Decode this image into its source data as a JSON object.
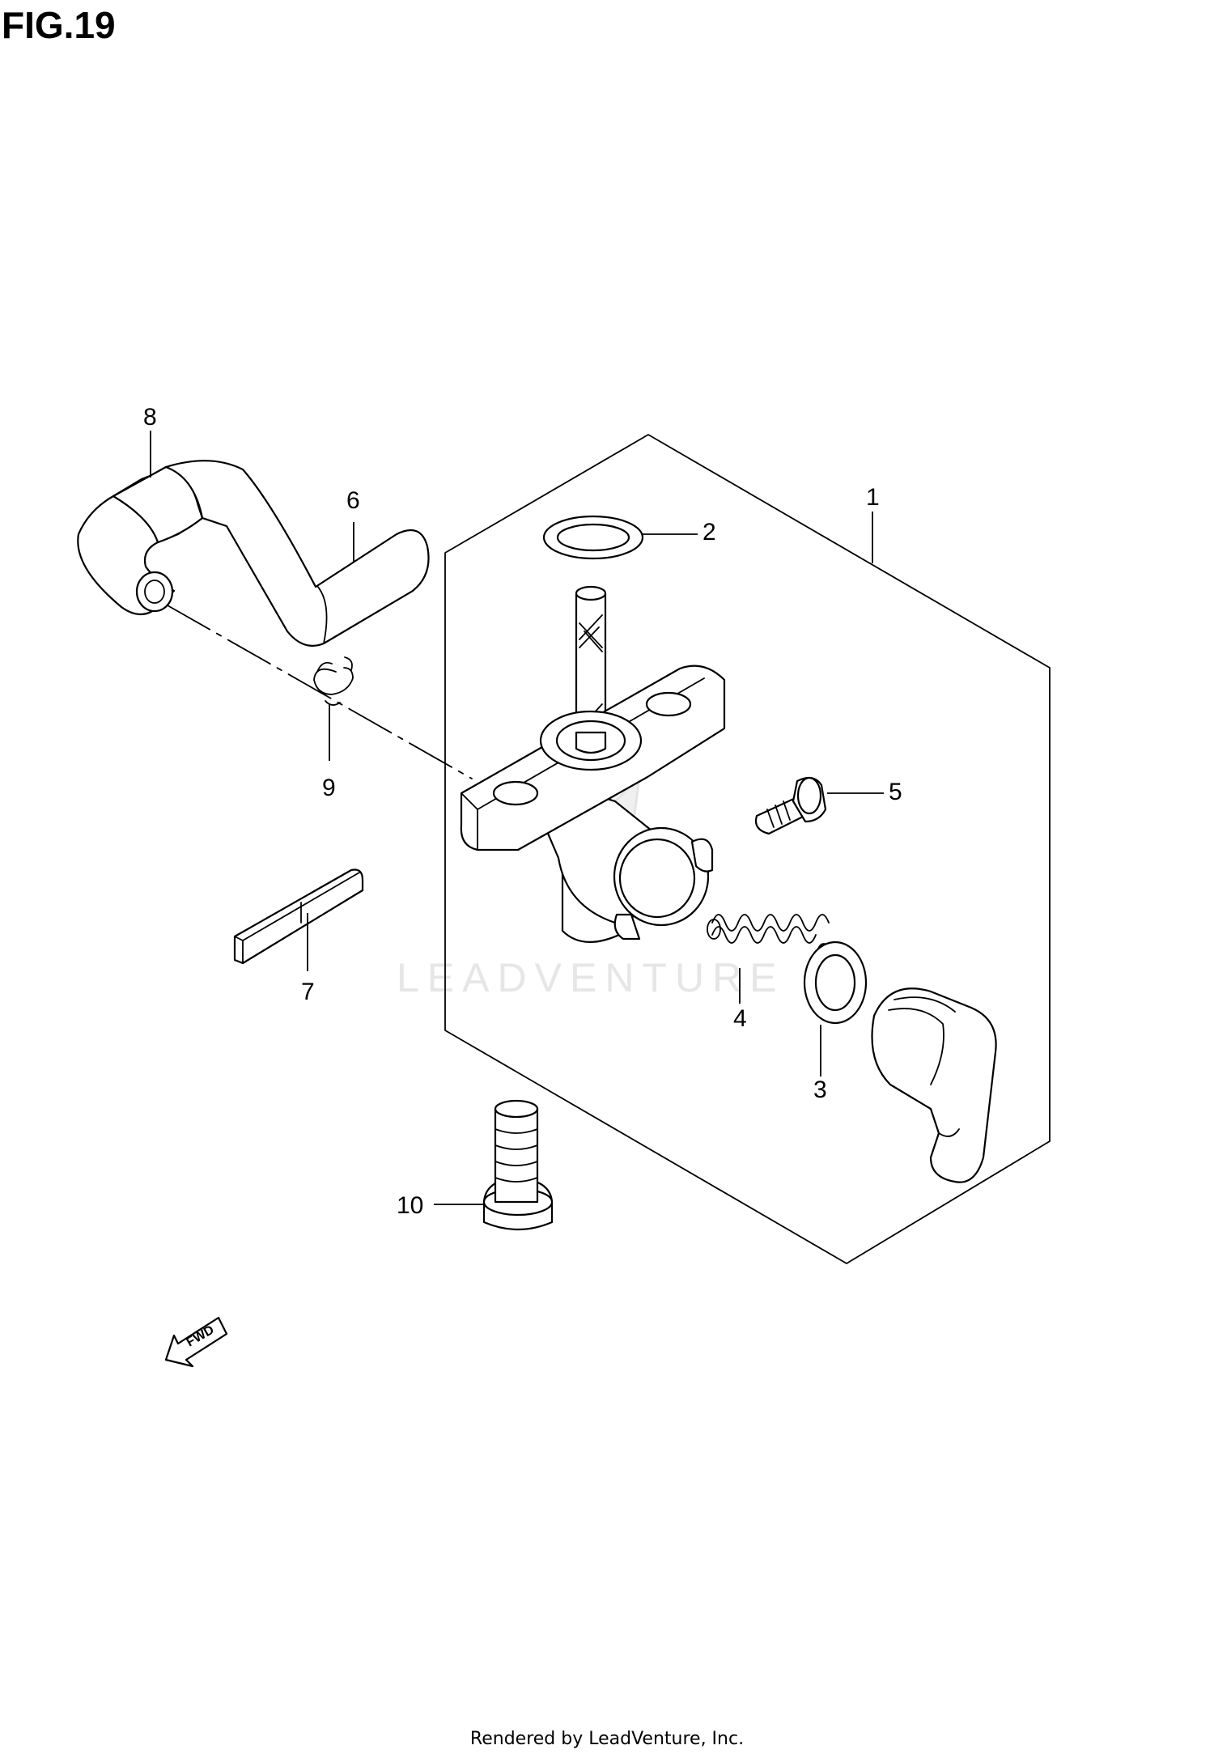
{
  "figure": {
    "title": "FIG.19"
  },
  "callouts": [
    "1",
    "2",
    "3",
    "4",
    "5",
    "6",
    "7",
    "8",
    "9",
    "10"
  ],
  "direction_indicator": {
    "label": "FWD"
  },
  "watermark": {
    "text": "LEADVENTURE"
  },
  "footer": {
    "text": "Rendered by LeadVenture, Inc."
  }
}
